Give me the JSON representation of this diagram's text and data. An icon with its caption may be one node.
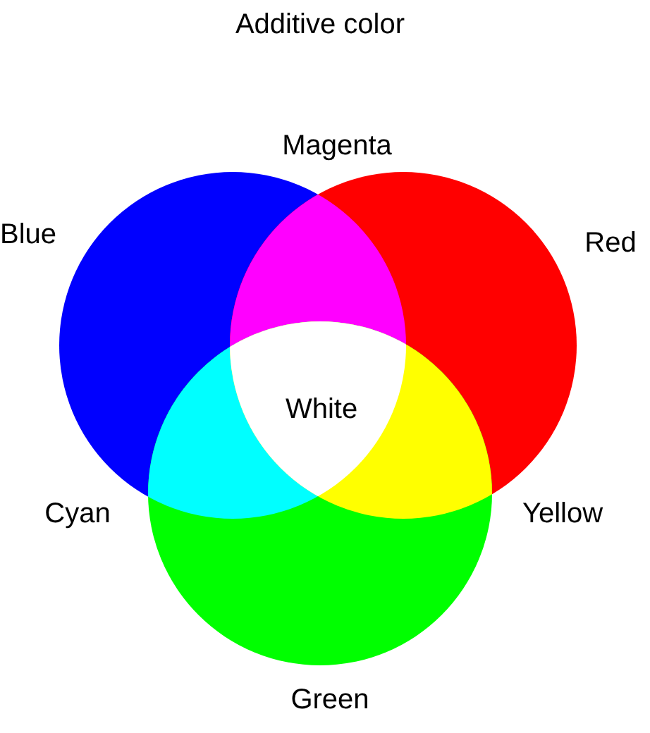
{
  "diagram": {
    "title": "Additive color",
    "nodes": [
      {
        "text": [
          "Blue"
        ]
      },
      {
        "text": [
          "Red"
        ]
      },
      {
        "text": [
          "Green"
        ]
      }
    ],
    "labels": [
      "Magenta",
      "White",
      "Cyan",
      "Yellow"
    ]
  }
}
